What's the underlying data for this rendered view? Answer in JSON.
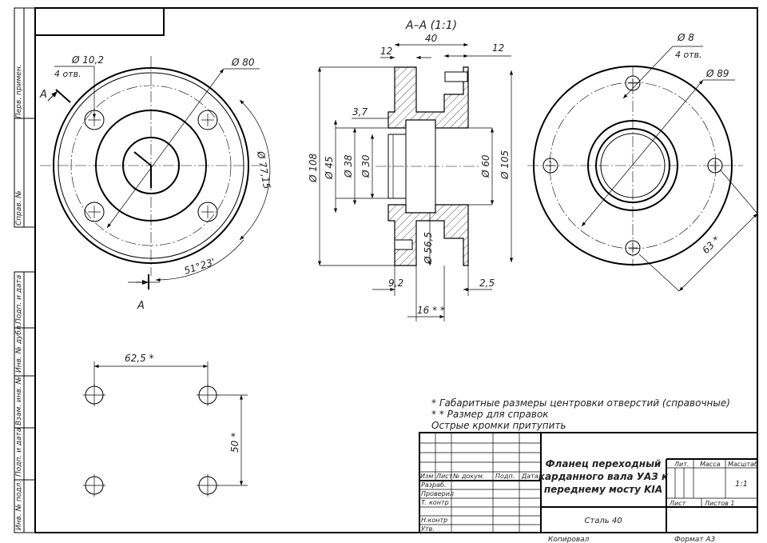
{
  "section_label": "А–А (1:1)",
  "section_mark": "А",
  "dims_front": {
    "hole_dia": "Ø 10,2",
    "hole_count": "4 отв.",
    "outer_dia": "Ø 80",
    "bolt_circle": "Ø 77,15",
    "angle": "51°23'"
  },
  "dims_section": {
    "length": "40",
    "left_flange": "12",
    "right_flange": "12",
    "chamfer": "3,7",
    "d108": "Ø 108",
    "d45": "Ø 45",
    "d38": "Ø 38",
    "d30": "Ø 30",
    "d60": "Ø 60",
    "d105": "Ø 105",
    "d56": "Ø 56,5",
    "w92": "9,2",
    "w25": "2,5",
    "w16": "16 * *"
  },
  "dims_right": {
    "hole_dia": "Ø 8",
    "hole_count": "4 отв.",
    "bolt_circle": "Ø 89",
    "radius": "63 *"
  },
  "dims_pattern": {
    "horizontal": "62,5 *",
    "vertical": "50 *"
  },
  "notes": [
    "* Габаритные размеры центровки отверстий (справочные)",
    "* * Размер для справок",
    "Острые кромки притупить"
  ],
  "side_labels": [
    "Перв. примен.",
    "Справ. №",
    "Подп. и дата",
    "Инв. № дубл.",
    "Взам. инв. №",
    "Подп. и дата",
    "Инв. № подл."
  ],
  "title_block": {
    "title_lines": [
      "Фланец переходный",
      "карданного вала УАЗ к",
      "переднему мосту KIA"
    ],
    "material": "Сталь 40",
    "col_headers": [
      "Изм",
      "Лист",
      "№ докум.",
      "Подп.",
      "Дата"
    ],
    "roles": [
      "Разраб.",
      "Проверил",
      "Т. контр",
      "",
      "Н.контр",
      "Утв."
    ],
    "lit_label": "Лит.",
    "mass_label": "Масса",
    "scale_label": "Масштаб",
    "scale_value": "1:1",
    "sheet_label": "Лист",
    "sheets_label": "Листов 1",
    "copied": "Копировал",
    "format": "Формат А3"
  }
}
